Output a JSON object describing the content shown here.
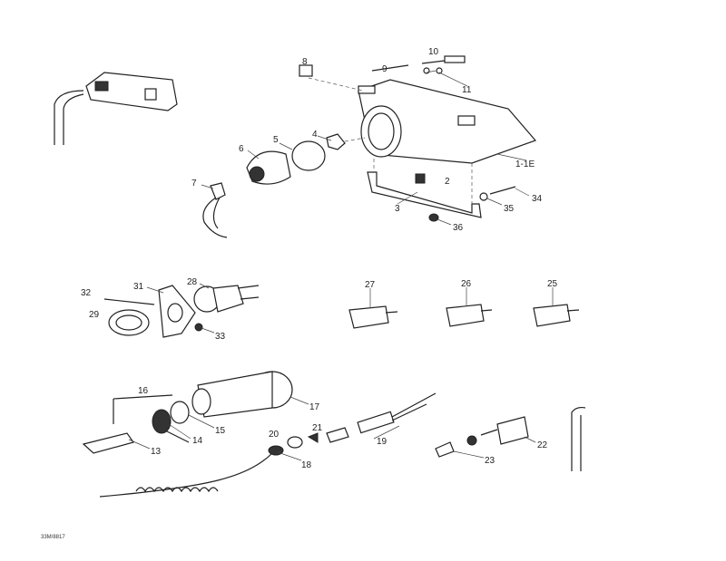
{
  "diagram_code": "33M/8817",
  "callouts": {
    "c1": "1-1E",
    "c2": "2",
    "c3": "3",
    "c4": "4",
    "c5": "5",
    "c6": "6",
    "c7": "7",
    "c8": "8",
    "c9": "9",
    "c10": "10",
    "c11": "11",
    "c13": "13",
    "c14": "14",
    "c15": "15",
    "c16": "16",
    "c17": "17",
    "c18": "18",
    "c19": "19",
    "c20": "20",
    "c21": "21",
    "c22": "22",
    "c23": "23",
    "c25": "25",
    "c26": "26",
    "c27": "27",
    "c28": "28",
    "c29": "29",
    "c31": "31",
    "c32": "32",
    "c33": "33",
    "c34": "34",
    "c35": "35",
    "c36": "36"
  }
}
